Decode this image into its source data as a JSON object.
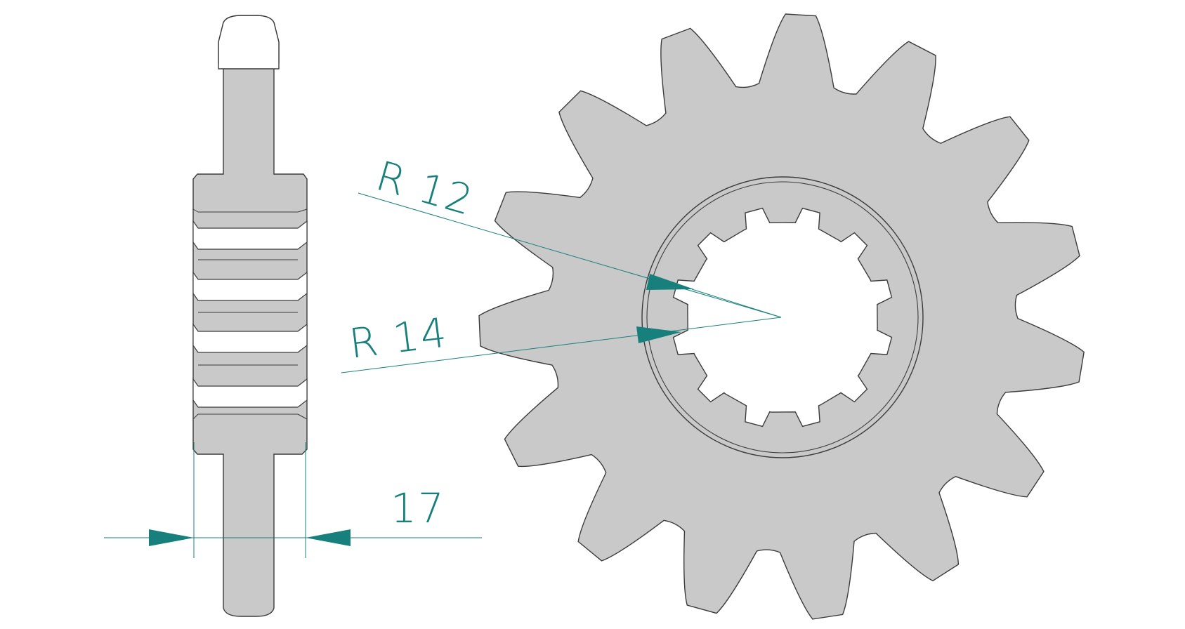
{
  "diagram": {
    "teeth_count": 15,
    "spline_count": 12,
    "colors": {
      "part_fill": "#c9c9c9",
      "outline": "#3b3b3b",
      "dimension": "#17807c",
      "background": "#ffffff"
    },
    "dimensions": {
      "inner_radius_label": "R 12",
      "outer_radius_label": "R 14",
      "thickness_label": "17"
    }
  }
}
